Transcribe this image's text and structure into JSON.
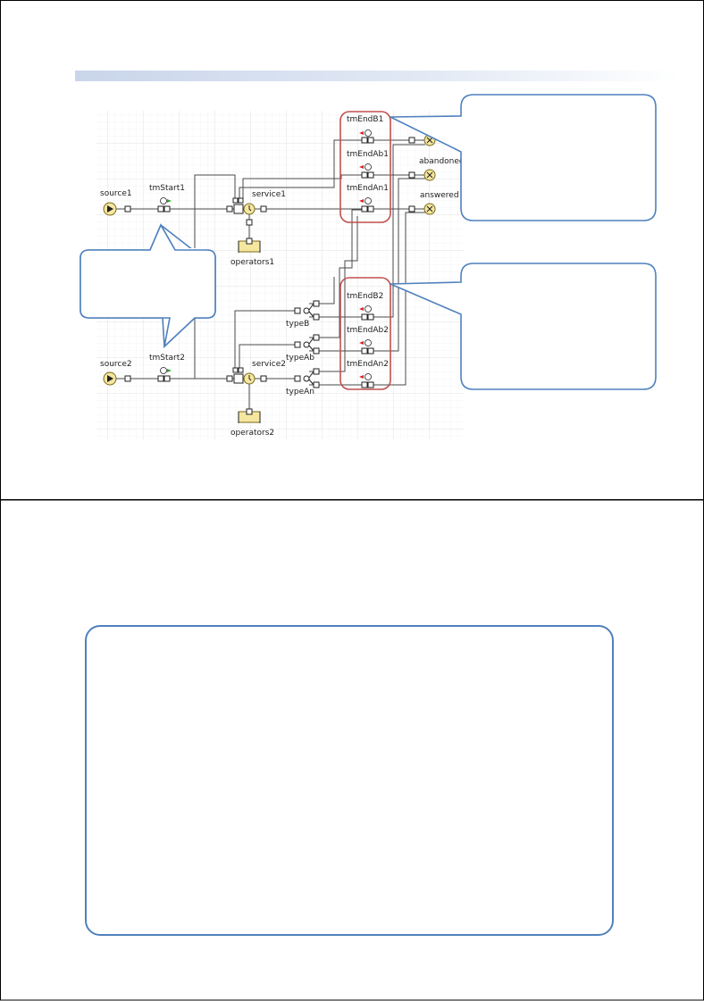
{
  "slide1": {
    "model": {
      "sources": [
        {
          "id": "source1",
          "label": "source1"
        },
        {
          "id": "source2",
          "label": "source2"
        }
      ],
      "timers_start": [
        {
          "id": "tmStart1",
          "label": "tmStart1"
        },
        {
          "id": "tmStart2",
          "label": "tmStart2"
        }
      ],
      "services": [
        {
          "id": "service1",
          "label": "service1"
        },
        {
          "id": "service2",
          "label": "service2"
        }
      ],
      "resource_pools": [
        {
          "id": "operators1",
          "label": "operators1"
        },
        {
          "id": "operators2",
          "label": "operators2"
        }
      ],
      "selectors": [
        {
          "id": "typeB",
          "label": "typeB"
        },
        {
          "id": "typeAb",
          "label": "typeAb"
        },
        {
          "id": "typeAn",
          "label": "typeAn"
        }
      ],
      "timers_end_group1": [
        {
          "id": "tmEndB1",
          "label": "tmEndB1"
        },
        {
          "id": "tmEndAb1",
          "label": "tmEndAb1"
        },
        {
          "id": "tmEndAn1",
          "label": "tmEndAn1"
        }
      ],
      "timers_end_group2": [
        {
          "id": "tmEndB2",
          "label": "tmEndB2"
        },
        {
          "id": "tmEndAb2",
          "label": "tmEndAb2"
        },
        {
          "id": "tmEndAn2",
          "label": "tmEndAn2"
        }
      ],
      "sinks": [
        {
          "id": "unnamed-sink",
          "label": ""
        },
        {
          "id": "abandoned",
          "label": "abandoned"
        },
        {
          "id": "answered",
          "label": "answered"
        }
      ]
    },
    "callouts": [
      {
        "id": "callout-tmstart",
        "text": ""
      },
      {
        "id": "callout-tmend1",
        "text": ""
      },
      {
        "id": "callout-tmend2",
        "text": ""
      }
    ]
  },
  "slide2": {
    "text_box": {
      "text": ""
    }
  },
  "colors": {
    "accent": "#4f81bd",
    "highlight": "#c0504d",
    "node_fill": "#f5e6a0",
    "node_stroke": "#7a6a1e",
    "grid": "#e4e4e4",
    "timer_flag": "#2fa82f",
    "timer_mark": "#e02020"
  }
}
